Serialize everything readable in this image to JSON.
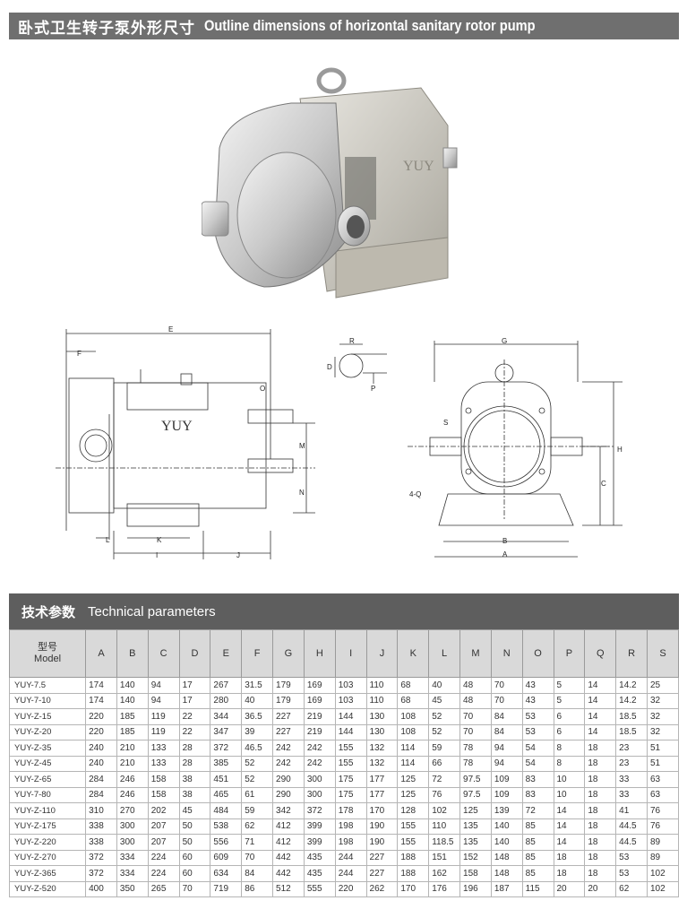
{
  "header": {
    "title_cn": "卧式卫生转子泵外形尺寸",
    "title_en": "Outline dimensions of horizontal sanitary rotor pump"
  },
  "photo": {
    "brand": "YUY"
  },
  "drawing_side": {
    "brand": "YUY",
    "labels": {
      "E": "E",
      "F": "F",
      "O": "O",
      "M": "M",
      "N": "N",
      "L": "L",
      "K": "K",
      "I": "I",
      "J": "J"
    }
  },
  "drawing_shaft": {
    "labels": {
      "R": "R",
      "D": "D",
      "P": "P"
    }
  },
  "drawing_front": {
    "labels": {
      "G": "G",
      "H": "H",
      "C": "C",
      "S": "S",
      "Q": "4-Q",
      "B": "B",
      "A": "A"
    }
  },
  "tech": {
    "title_cn": "技术参数",
    "title_en": "Technical parameters"
  },
  "table": {
    "model_header_cn": "型号",
    "model_header_en": "Model",
    "columns": [
      "A",
      "B",
      "C",
      "D",
      "E",
      "F",
      "G",
      "H",
      "I",
      "J",
      "K",
      "L",
      "M",
      "N",
      "O",
      "P",
      "Q",
      "R",
      "S"
    ],
    "rows": [
      [
        "YUY-7.5",
        "174",
        "140",
        "94",
        "17",
        "267",
        "31.5",
        "179",
        "169",
        "103",
        "110",
        "68",
        "40",
        "48",
        "70",
        "43",
        "5",
        "14",
        "14.2",
        "25"
      ],
      [
        "YUY-7-10",
        "174",
        "140",
        "94",
        "17",
        "280",
        "40",
        "179",
        "169",
        "103",
        "110",
        "68",
        "45",
        "48",
        "70",
        "43",
        "5",
        "14",
        "14.2",
        "32"
      ],
      [
        "YUY-Z-15",
        "220",
        "185",
        "119",
        "22",
        "344",
        "36.5",
        "227",
        "219",
        "144",
        "130",
        "108",
        "52",
        "70",
        "84",
        "53",
        "6",
        "14",
        "18.5",
        "32"
      ],
      [
        "YUY-Z-20",
        "220",
        "185",
        "119",
        "22",
        "347",
        "39",
        "227",
        "219",
        "144",
        "130",
        "108",
        "52",
        "70",
        "84",
        "53",
        "6",
        "14",
        "18.5",
        "32"
      ],
      [
        "YUY-Z-35",
        "240",
        "210",
        "133",
        "28",
        "372",
        "46.5",
        "242",
        "242",
        "155",
        "132",
        "114",
        "59",
        "78",
        "94",
        "54",
        "8",
        "18",
        "23",
        "51"
      ],
      [
        "YUY-Z-45",
        "240",
        "210",
        "133",
        "28",
        "385",
        "52",
        "242",
        "242",
        "155",
        "132",
        "114",
        "66",
        "78",
        "94",
        "54",
        "8",
        "18",
        "23",
        "51"
      ],
      [
        "YUY-Z-65",
        "284",
        "246",
        "158",
        "38",
        "451",
        "52",
        "290",
        "300",
        "175",
        "177",
        "125",
        "72",
        "97.5",
        "109",
        "83",
        "10",
        "18",
        "33",
        "63"
      ],
      [
        "YUY-7-80",
        "284",
        "246",
        "158",
        "38",
        "465",
        "61",
        "290",
        "300",
        "175",
        "177",
        "125",
        "76",
        "97.5",
        "109",
        "83",
        "10",
        "18",
        "33",
        "63"
      ],
      [
        "YUY-Z-110",
        "310",
        "270",
        "202",
        "45",
        "484",
        "59",
        "342",
        "372",
        "178",
        "170",
        "128",
        "102",
        "125",
        "139",
        "72",
        "14",
        "18",
        "41",
        "76"
      ],
      [
        "YUY-Z-175",
        "338",
        "300",
        "207",
        "50",
        "538",
        "62",
        "412",
        "399",
        "198",
        "190",
        "155",
        "110",
        "135",
        "140",
        "85",
        "14",
        "18",
        "44.5",
        "76"
      ],
      [
        "YUY-Z-220",
        "338",
        "300",
        "207",
        "50",
        "556",
        "71",
        "412",
        "399",
        "198",
        "190",
        "155",
        "118.5",
        "135",
        "140",
        "85",
        "14",
        "18",
        "44.5",
        "89"
      ],
      [
        "YUY-Z-270",
        "372",
        "334",
        "224",
        "60",
        "609",
        "70",
        "442",
        "435",
        "244",
        "227",
        "188",
        "151",
        "152",
        "148",
        "85",
        "18",
        "18",
        "53",
        "89"
      ],
      [
        "YUY-Z-365",
        "372",
        "334",
        "224",
        "60",
        "634",
        "84",
        "442",
        "435",
        "244",
        "227",
        "188",
        "162",
        "158",
        "148",
        "85",
        "18",
        "18",
        "53",
        "102"
      ],
      [
        "YUY-Z-520",
        "400",
        "350",
        "265",
        "70",
        "719",
        "86",
        "512",
        "555",
        "220",
        "262",
        "170",
        "176",
        "196",
        "187",
        "115",
        "20",
        "20",
        "62",
        "102"
      ]
    ]
  }
}
